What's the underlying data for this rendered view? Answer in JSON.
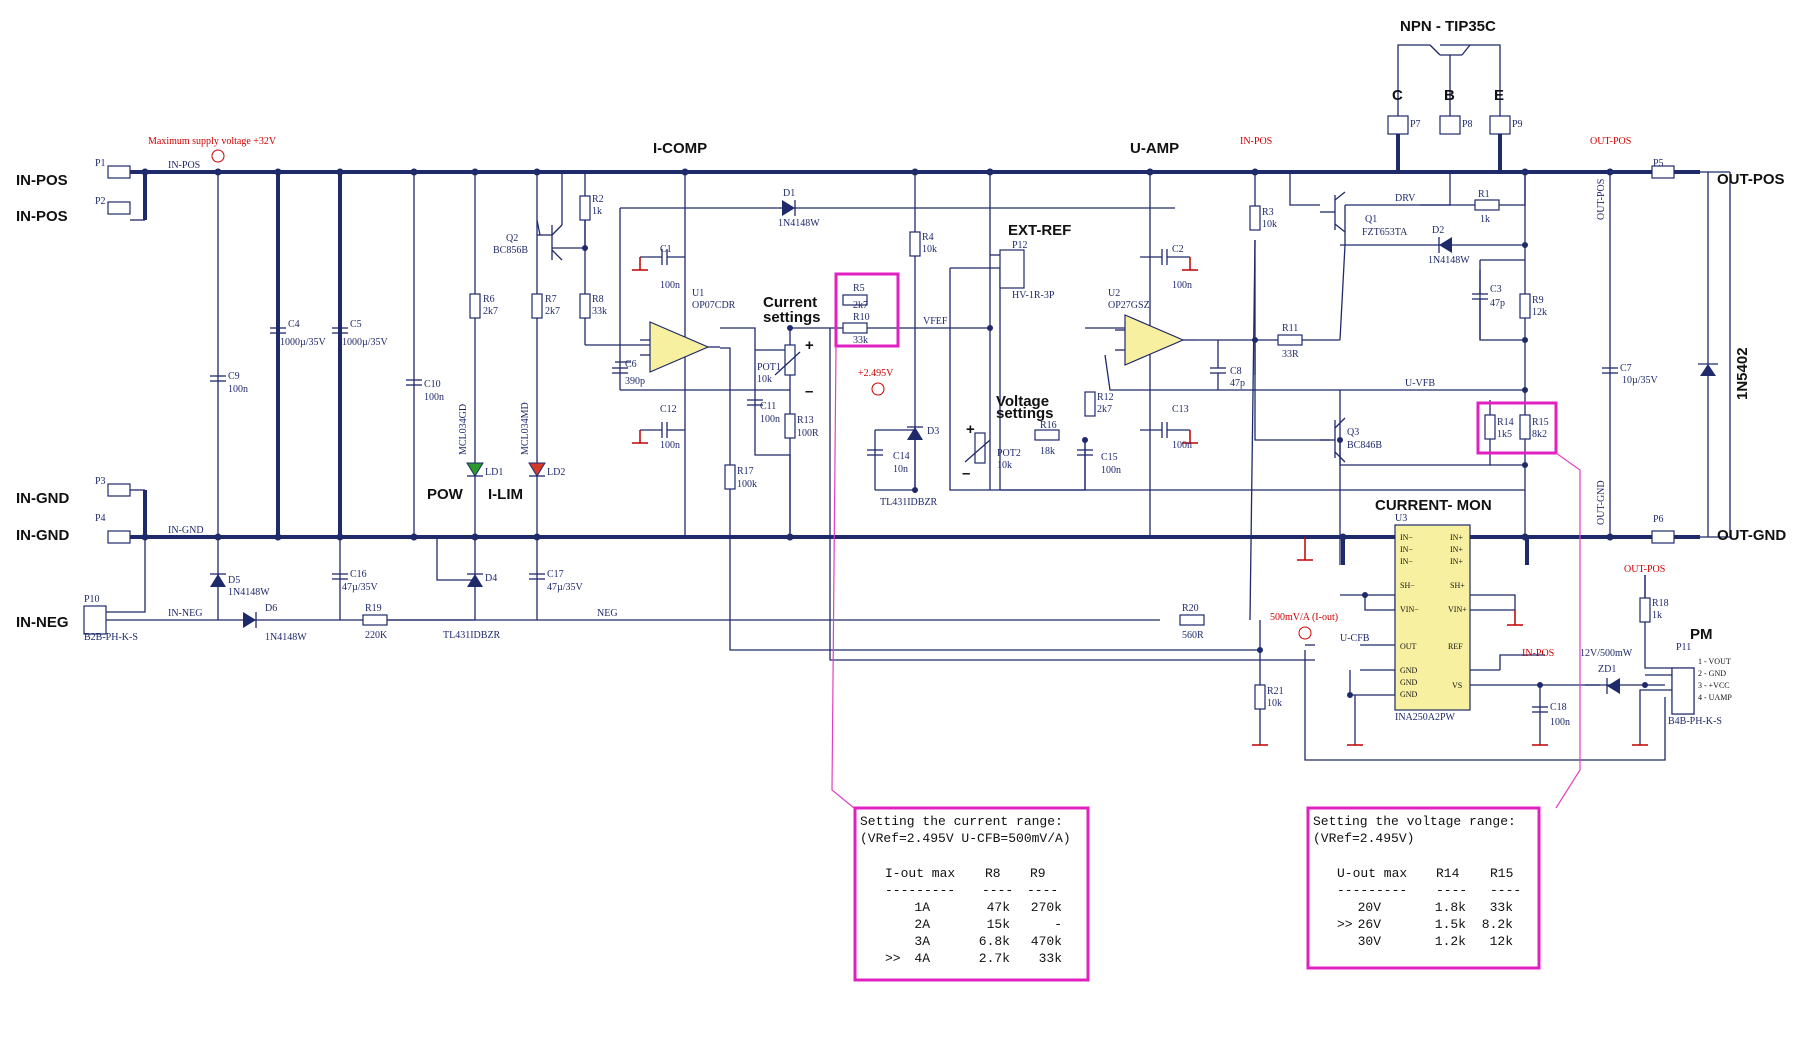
{
  "nets": {
    "in_pos_1": "IN-POS",
    "in_pos_2": "IN-POS",
    "in_gnd_1": "IN-GND",
    "in_gnd_2": "IN-GND",
    "in_neg": "IN-NEG",
    "out_pos": "OUT-POS",
    "out_gnd": "OUT-GND",
    "i_comp": "I-COMP",
    "u_amp": "U-AMP",
    "ext_ref": "EXT-REF",
    "current_mon": "CURRENT- MON",
    "npn_title": "NPN - TIP35C",
    "pm": "PM",
    "pow": "POW",
    "i_lim": "I-LIM",
    "current_settings_1": "Current",
    "current_settings_2": "settings",
    "voltage_settings_1": "Voltage",
    "voltage_settings_2": "settings",
    "pin_c": "C",
    "pin_b": "B",
    "pin_e": "E",
    "diode_1n5402": "1N5402"
  },
  "small_labels": {
    "in_pos_net": "IN-POS",
    "in_gnd_net": "IN-GND",
    "in_neg_net": "IN-NEG",
    "neg": "NEG",
    "vfef": "VFEF",
    "drv": "DRV",
    "u_vfb": "U-VFB",
    "u_cfb": "U-CFB",
    "out_pos_v": "OUT-POS",
    "out_gnd_v": "OUT-GND"
  },
  "red_labels": {
    "max_supply": "Maximum supply voltage +32V",
    "in_pos_red": "IN-POS",
    "out_pos_red": "OUT-POS",
    "vref": "+2.495V",
    "i_out": "500mV/A (I-out)",
    "in_pos_red2": "IN-POS",
    "out_pos_red2": "OUT-POS"
  },
  "components": {
    "p1": "P1",
    "p2": "P2",
    "p3": "P3",
    "p4": "P4",
    "p5": "P5",
    "p6": "P6",
    "p7": "P7",
    "p8": "P8",
    "p9": "P9",
    "p10": "P10",
    "p10_type": "B2B-PH-K-S",
    "c9": "C9",
    "c9v": "100n",
    "c4": "C4",
    "c4v": "1000µ/35V",
    "c5": "C5",
    "c5v": "1000µ/35V",
    "c10": "C10",
    "c10v": "100n",
    "r6": "R6",
    "r6v": "2k7",
    "r7": "R7",
    "r7v": "2k7",
    "ld1": "LD1",
    "ld1v": "MCL034GD",
    "ld2": "LD2",
    "ld2v": "MCL034MD",
    "q2": "Q2",
    "q2v": "BC856B",
    "r2": "R2",
    "r2v": "1k",
    "r8": "R8",
    "r8v": "33k",
    "c1": "C1",
    "c1v": "100n",
    "u1": "U1",
    "u1v": "OP07CDR",
    "c6": "C6",
    "c6v": "390p",
    "c12": "C12",
    "c12v": "100n",
    "d1": "D1",
    "d1v": "1N4148W",
    "r5": "R5",
    "r5v": "2k7",
    "r10": "R10",
    "r10v": "33k",
    "pot1": "POT1",
    "pot1v": "10k",
    "c11": "C11",
    "c11v": "100n",
    "r13": "R13",
    "r13v": "100R",
    "r17": "R17",
    "r17v": "100k",
    "r4": "R4",
    "r4v": "10k",
    "d3": "D3",
    "d3v": "TL431IDBZR",
    "c14": "C14",
    "c14v": "10n",
    "p12": "P12",
    "p12v": "HV-1R-3P",
    "pot2": "POT2",
    "pot2v": "10k",
    "r16": "R16",
    "r16v": "18k",
    "c15": "C15",
    "c15v": "100n",
    "r12": "R12",
    "r12v": "2k7",
    "u2": "U2",
    "u2v": "OP27GSZ",
    "c2": "C2",
    "c2v": "100n",
    "c13": "C13",
    "c13v": "100n",
    "c8": "C8",
    "c8v": "47p",
    "r11": "R11",
    "r11v": "33R",
    "r3": "R3",
    "r3v": "10k",
    "q1": "Q1",
    "q1v": "FZT653TA",
    "r1": "R1",
    "r1v": "1k",
    "d2": "D2",
    "d2v": "1N4148W",
    "c3": "C3",
    "c3v": "47p",
    "r9": "R9",
    "r9v": "12k",
    "q3": "Q3",
    "q3v": "BC846B",
    "r14": "R14",
    "r14v": "1k5",
    "r15": "R15",
    "r15v": "8k2",
    "c7": "C7",
    "c7v": "10µ/35V",
    "d5": "D5",
    "d5v": "1N4148W",
    "d6": "D6",
    "d6v": "1N4148W",
    "c16": "C16",
    "c16v": "47µ/35V",
    "r19": "R19",
    "r19v": "220K",
    "d4": "D4",
    "d4v": "TL431IDBZR",
    "c17": "C17",
    "c17v": "47µ/35V",
    "r20": "R20",
    "r20v": "560R",
    "r21": "R21",
    "r21v": "10k",
    "u3": "U3",
    "u3v": "INA250A2PW",
    "c18": "C18",
    "c18v": "100n",
    "r18": "R18",
    "r18v": "1k",
    "zd1": "ZD1",
    "zd1v": "12V/500mW",
    "p11": "P11",
    "p11v": "B4B-PH-K-S"
  },
  "ina250_pins": {
    "left": [
      "IN−",
      "IN−",
      "IN−",
      "SH−",
      "VIN−",
      "OUT",
      "GND",
      "GND",
      "GND"
    ],
    "right": [
      "IN+",
      "IN+",
      "IN+",
      "SH+",
      "VIN+",
      "REF",
      "VS"
    ]
  },
  "pm_pins": [
    "1 - VOUT",
    "2 - GND",
    "3 - +VCC",
    "4 - UAMP"
  ],
  "current_table": {
    "heading_1": "Setting the current range:",
    "heading_2": "(VRef=2.495V U-CFB=500mV/A)",
    "columns": [
      "I-out max",
      "R8",
      "R9"
    ],
    "separator": [
      "---------",
      "----",
      "----"
    ],
    "rows": [
      {
        "mark": "",
        "iout": "1A",
        "r8": "47k",
        "r9": "270k"
      },
      {
        "mark": "",
        "iout": "2A",
        "r8": "15k",
        "r9": "-"
      },
      {
        "mark": "",
        "iout": "3A",
        "r8": "6.8k",
        "r9": "470k"
      },
      {
        "mark": ">>",
        "iout": "4A",
        "r8": "2.7k",
        "r9": "33k"
      }
    ]
  },
  "voltage_table": {
    "heading_1": "Setting the voltage range:",
    "heading_2": "(VRef=2.495V)",
    "columns": [
      "U-out max",
      "R14",
      "R15"
    ],
    "separator": [
      "---------",
      "----",
      "----"
    ],
    "rows": [
      {
        "mark": "",
        "uout": "20V",
        "r14": "1.8k",
        "r15": "33k"
      },
      {
        "mark": ">>",
        "uout": "26V",
        "r14": "1.5k",
        "r15": "8.2k"
      },
      {
        "mark": "",
        "uout": "30V",
        "r14": "1.2k",
        "r15": "12k"
      }
    ]
  }
}
